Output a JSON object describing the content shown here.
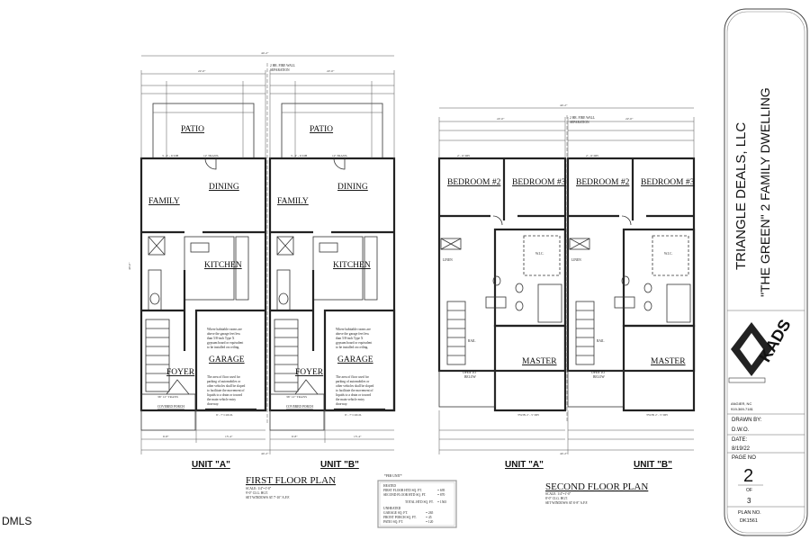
{
  "first_floor": {
    "title": "FIRST FLOOR PLAN",
    "notes": [
      "SCALE: 1/4\"=1'-0\"",
      "9'-0\" CLG. HGT.",
      "SET WINDOWS AT 7'-10\" A.F.F."
    ],
    "rooms": {
      "patio": "PATIO",
      "dining": "DINING",
      "family": "FAMILY",
      "kitchen": "KITCHEN",
      "garage": "GARAGE",
      "foyer": "FOYER",
      "porch": "COVERED PORCH"
    },
    "garage_note_1": [
      "Where habitable rooms are",
      "above the garage feet less",
      "than 5/8-inch Type X",
      "gypsum board or equivalent",
      "to be installed on ceiling."
    ],
    "garage_note_2": [
      "The area of floor used for",
      "parking of automobiles or",
      "other vehicles shall be sloped",
      "to facilitate the movement of",
      "liquids to a drain or toward",
      "the main vehicle entry",
      "doorway."
    ],
    "firewall": [
      "2 HR. FIRE WALL",
      "SEPARATION"
    ],
    "dims": {
      "overall": "44'-2\"",
      "unit_width": "22'-0\"",
      "depth": "40'-0\"",
      "left": "6'-8\"",
      "right": "15'-4\"",
      "garage_door": "9' - 7' COLD.",
      "patio_door": "12' TRANS.",
      "window": "3 - 2' - 6' DH",
      "foyer_door": "36\" 12\" TRANS"
    }
  },
  "second_floor": {
    "title": "SECOND FLOOR PLAN",
    "notes": [
      "SCALE: 1/4\"=1'-0\"",
      "8'-0\" CLG. HGT.",
      "SET WINDOWS AT 6'-8\" A.F.F."
    ],
    "rooms": {
      "bed2": "BEDROOM #2",
      "bed3": "BEDROOM #3",
      "master": "MASTER",
      "open": "OPEN TO",
      "below": "BELOW",
      "wic": "W.I.C.",
      "linen": "LINEN",
      "rail": "RAIL"
    },
    "dims": {
      "overall": "44'-2\"",
      "unit_width": "22'-0\"",
      "twin_window": "TWIN 2' - 5' DH",
      "window": "2' - 6' DH"
    }
  },
  "units": [
    "UNIT \"A\"",
    "UNIT \"B\""
  ],
  "area_table": {
    "header": "*PER UNIT*",
    "heated_label": "HEATED",
    "rows_heated": [
      {
        "label": "FIRST FLOOR HTD SQ. FT.",
        "value": "= 695"
      },
      {
        "label": "SECOND FLOOR HTD SQ. FT.",
        "value": "= 870"
      }
    ],
    "total": {
      "label": "TOTAL HTD SQ. FT.",
      "value": "= 1565"
    },
    "unheated_label": "UNHEATED",
    "rows_unheated": [
      {
        "label": "GARAGE SQ. FT.",
        "value": "= 265"
      },
      {
        "label": "FRONT PORCH SQ. FT.",
        "value": "= 45"
      },
      {
        "label": "PATIO SQ. FT.",
        "value": "= 120"
      }
    ]
  },
  "title_block": {
    "company": "TRIANGLE DEALS, LLC",
    "project": "\"THE GREEN\" 2 FAMILY DWELLING",
    "logo_text": "KADS",
    "location": "ANGIER, NC",
    "phone": "919-369-7181",
    "drawn_by_label": "DRAWN BY:",
    "drawn_by": "D.W.O.",
    "date_label": "DATE:",
    "date": "8/19/22",
    "page_label": "PAGE NO",
    "page": "2",
    "of_label": "OF",
    "total_pages": "3",
    "plan_label": "PLAN NO.",
    "plan_no": "DK1561"
  },
  "watermark": "DMLS"
}
